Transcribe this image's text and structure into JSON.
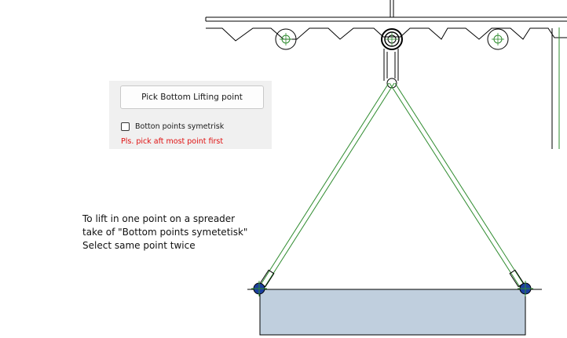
{
  "dialog": {
    "pick_button_label": "Pick Bottom Lifting point",
    "checkbox_label": "Botton points symetrisk",
    "checkbox_checked": false,
    "warning": "Pls. pick aft most point first"
  },
  "instruction_note": {
    "lines": [
      "To lift in one point on a spreader",
      "take of \"Bottom points symetetisk\"",
      "Select same point twice"
    ]
  },
  "colors": {
    "sling_line": "#2e8b2e",
    "load_fill": "#c0cfde",
    "marker_blue": "#1c3f9e",
    "warning_text": "#e01010",
    "dialog_background": "#f0f0f0"
  }
}
